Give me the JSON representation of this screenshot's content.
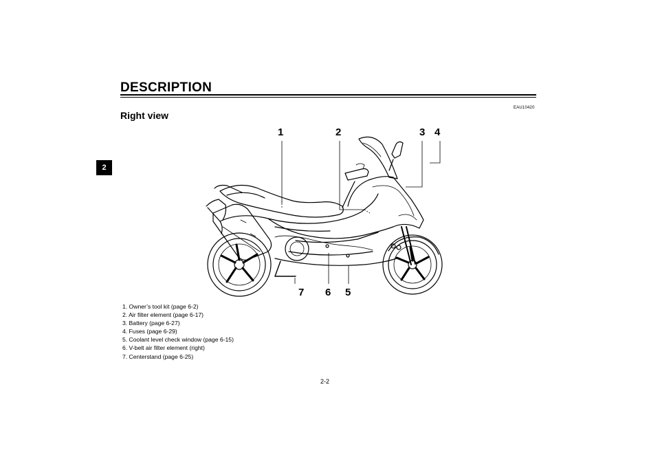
{
  "header": {
    "title": "DESCRIPTION",
    "chapter": "2",
    "code": "EAU10420"
  },
  "section": {
    "heading": "Right view"
  },
  "figure": {
    "callouts": [
      "1",
      "2",
      "3",
      "4",
      "5",
      "6",
      "7"
    ],
    "subject-icon": "scooter-right-side-illustration"
  },
  "legend": [
    "1. Owner’s tool kit (page 6-2)",
    "2. Air filter element (page 6-17)",
    "3. Battery (page 6-27)",
    "4. Fuses (page 6-29)",
    "5. Coolant level check window (page 6-15)",
    "6. V-belt air filter element (right)",
    "7. Centerstand (page 6-25)"
  ],
  "footer": {
    "page": "2-2"
  }
}
